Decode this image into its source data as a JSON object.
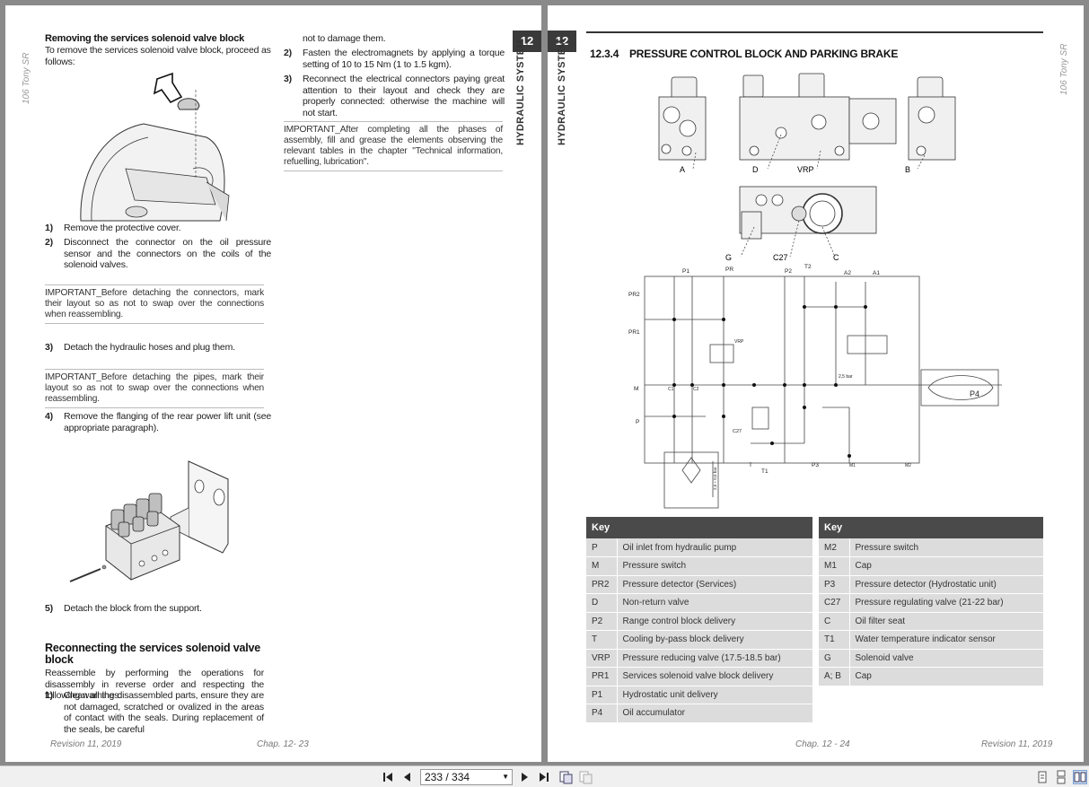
{
  "viewer": {
    "page_indicator": "233 / 334"
  },
  "left_page": {
    "side_label": "106 Tony SR",
    "tab_number": "12",
    "tab_title": "HYDRAULIC SYSTEM",
    "heading_removing": "Removing the services solenoid valve block",
    "intro_removing": "To remove the services solenoid valve block, proceed as follows:",
    "steps_a": [
      {
        "n": "1)",
        "t": "Remove the protective cover."
      },
      {
        "n": "2)",
        "t": "Disconnect the connector on the oil pressure sensor and the connectors on the coils of the solenoid valves."
      }
    ],
    "important_1": "IMPORTANT_Before detaching the connectors, mark their layout so as not to swap over the connections when reassembling.",
    "step_3": {
      "n": "3)",
      "t": "Detach the hydraulic hoses and plug them."
    },
    "important_2": "IMPORTANT_Before detaching the pipes, mark their layout so as not to swap over the connections when reassembling.",
    "step_4": {
      "n": "4)",
      "t": "Remove the flanging of the rear power lift unit (see appropriate paragraph)."
    },
    "step_5": {
      "n": "5)",
      "t": "Detach the block from the support."
    },
    "heading_reconnecting": "Reconnecting the services solenoid valve block",
    "intro_reconnecting": "Reassemble by performing the operations for disassembly in reverse order and respecting the following warnings:",
    "reconnect_step_1": {
      "n": "1)",
      "t": "Clean all the disassembled parts, ensure they are not damaged, scratched or ovalized in the areas of contact with the seals. During replacement of the seals, be careful"
    },
    "col2_continuation": "not to damage them.",
    "col2_steps": [
      {
        "n": "2)",
        "t": "Fasten the electromagnets by applying a torque setting of 10 to 15 Nm (1 to 1.5 kgm)."
      },
      {
        "n": "3)",
        "t": "Reconnect the electrical connectors paying great attention to their layout and check they are properly connected: otherwise the machine will not start."
      }
    ],
    "important_3": "IMPORTANT_After completing all the phases of assembly, fill and grease the elements observing the relevant tables in the chapter \"Technical information, refuelling, lubrication\".",
    "footer_left": "Revision 11, 2019",
    "footer_right": "Chap. 12- 23"
  },
  "right_page": {
    "side_label": "106 Tony SR",
    "tab_number": "12",
    "tab_title": "HYDRAULIC SYSTEM",
    "section_number": "12.3.4",
    "section_title": "PRESSURE CONTROL BLOCK AND PARKING BRAKE",
    "diagram_labels": {
      "A": "A",
      "D": "D",
      "VRP": "VRP",
      "B": "B",
      "G": "G",
      "C27": "C27",
      "C": "C",
      "P1": "P1",
      "PR": "PR",
      "P2": "P2",
      "T2": "T2",
      "A2": "A2",
      "A1": "A1",
      "PR2": "PR2",
      "PR1": "PR1",
      "M": "M",
      "C1": "C1",
      "C2": "C2",
      "P": "P",
      "P4": "P4",
      "T": "T",
      "T1": "T1",
      "P3": "P3",
      "M1": "M1",
      "M2": "M2",
      "bar1": "2,5 bar",
      "bar2": "2,5 ÷ 0,5 bar"
    },
    "key_left": {
      "header": "Key",
      "rows": [
        {
          "code": "P",
          "desc": "Oil inlet from hydraulic pump"
        },
        {
          "code": "M",
          "desc": "Pressure switch"
        },
        {
          "code": "PR2",
          "desc": "Pressure detector (Services)"
        },
        {
          "code": "D",
          "desc": "Non-return valve"
        },
        {
          "code": "P2",
          "desc": "Range control block delivery"
        },
        {
          "code": "T",
          "desc": "Cooling by-pass block delivery"
        },
        {
          "code": "VRP",
          "desc": "Pressure reducing valve (17.5-18.5 bar)"
        },
        {
          "code": "PR1",
          "desc": "Services solenoid valve block delivery"
        },
        {
          "code": "P1",
          "desc": "Hydrostatic unit delivery"
        },
        {
          "code": "P4",
          "desc": "Oil accumulator"
        }
      ]
    },
    "key_right": {
      "header": "Key",
      "rows": [
        {
          "code": "M2",
          "desc": "Pressure switch"
        },
        {
          "code": "M1",
          "desc": "Cap"
        },
        {
          "code": "P3",
          "desc": "Pressure detector (Hydrostatic unit)"
        },
        {
          "code": "C27",
          "desc": "Pressure regulating valve (21-22 bar)"
        },
        {
          "code": "C",
          "desc": "Oil filter seat"
        },
        {
          "code": "T1",
          "desc": "Water temperature indicator sensor"
        },
        {
          "code": "G",
          "desc": "Solenoid valve"
        },
        {
          "code": "A; B",
          "desc": "Cap"
        }
      ]
    },
    "footer_left": "Chap. 12 - 24",
    "footer_right": "Revision 11, 2019"
  }
}
